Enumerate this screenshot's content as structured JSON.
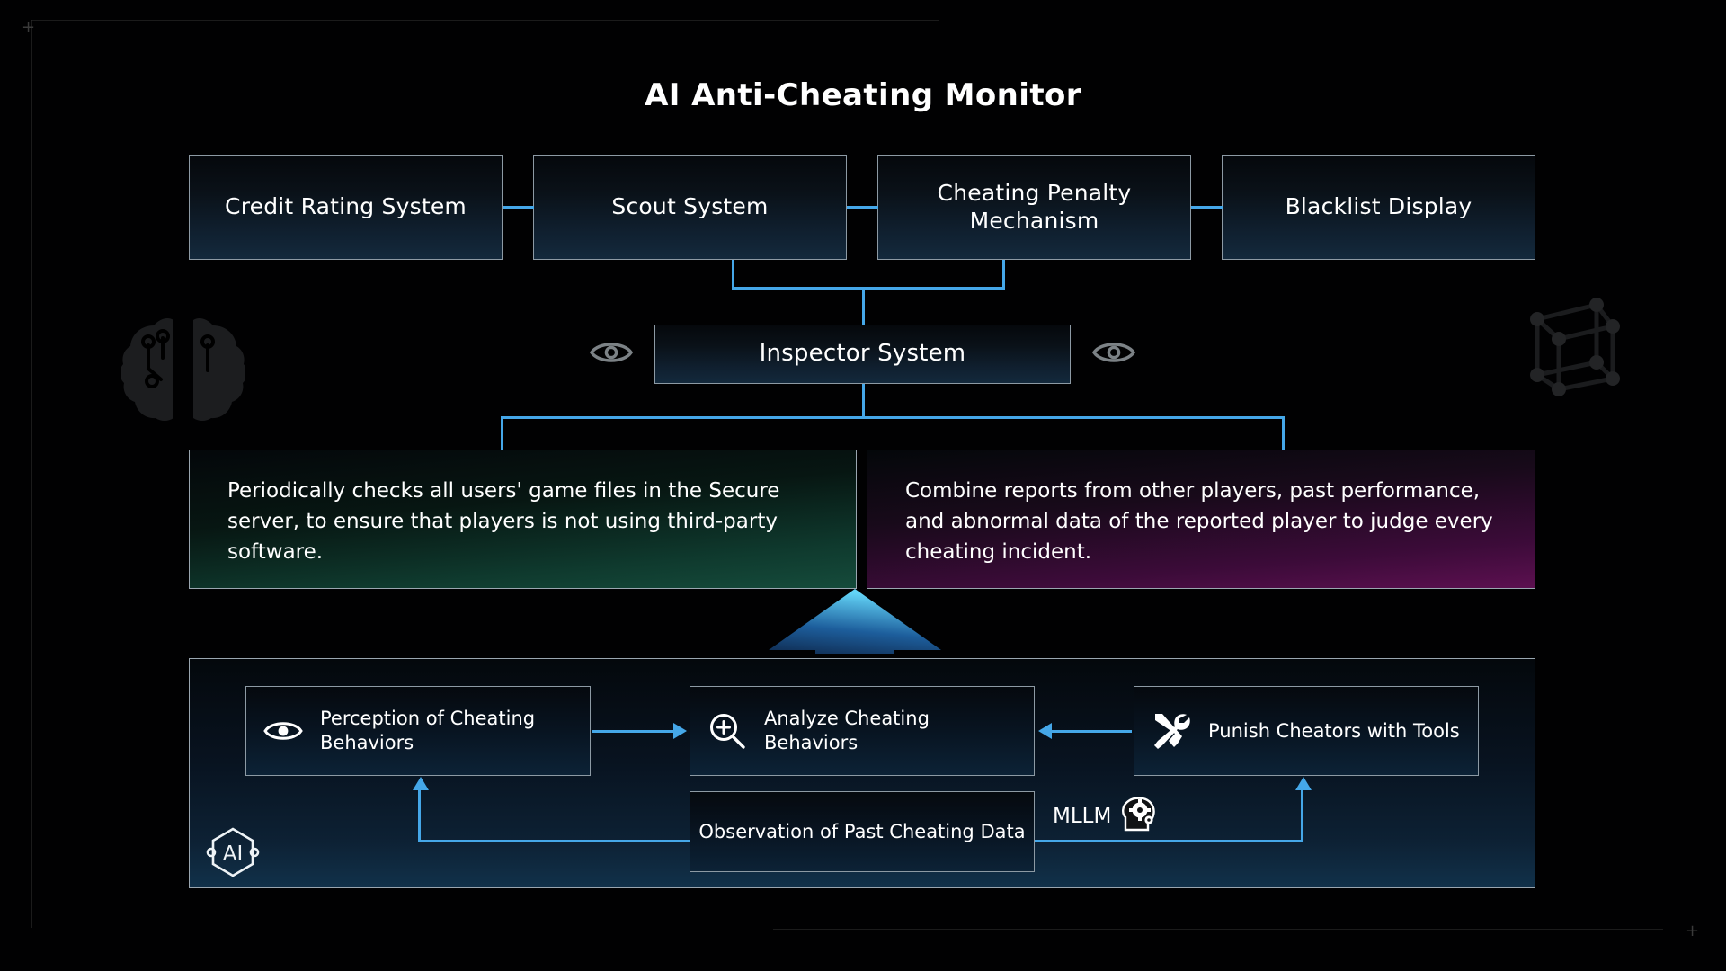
{
  "page": {
    "title": "AI Anti-Cheating Monitor",
    "background_color": "#000000",
    "accent_color": "#45a7e8",
    "text_color": "#ffffff"
  },
  "top_row": {
    "nodes": [
      {
        "label": "Credit Rating System",
        "name": "credit-rating-system"
      },
      {
        "label": "Scout System",
        "name": "scout-system"
      },
      {
        "label": "Cheating Penalty Mechanism",
        "name": "cheating-penalty-mechanism"
      },
      {
        "label": "Blacklist Display",
        "name": "blacklist-display"
      }
    ]
  },
  "inspector": {
    "label": "Inspector System",
    "left_icon": "eye-icon",
    "right_icon": "eye-icon"
  },
  "descriptions": [
    {
      "name": "secure-server-check",
      "text": "Periodically checks all users' game files in the Secure server, to ensure that players is not using third-party software.",
      "color": "#154b3b"
    },
    {
      "name": "combine-reports-judgment",
      "text": "Combine reports from other players, past performance, and abnormal data of the reported player to judge every cheating incident.",
      "color": "#5c1050"
    }
  ],
  "workflow": {
    "nodes": [
      {
        "label": "Perception of Cheating Behaviors",
        "icon": "eye-icon",
        "name": "perception-of-cheating-behaviors"
      },
      {
        "label": "Analyze Cheating Behaviors",
        "icon": "magnifier-plus-icon",
        "name": "analyze-cheating-behaviors"
      },
      {
        "label": "Punish Cheators with Tools",
        "icon": "tools-icon",
        "name": "punish-cheators-with-tools"
      },
      {
        "label": "Observation of Past Cheating Data",
        "icon": "none",
        "name": "observation-of-past-cheating-data"
      }
    ],
    "mllm_label": "MLLM",
    "mllm_icon": "head-gear-icon",
    "ai_badge_label": "AI"
  },
  "decorations": {
    "left_icon": "brain-icon",
    "right_icon": "network-nodes-icon",
    "up_arrow": "up-arrow-gradient"
  }
}
